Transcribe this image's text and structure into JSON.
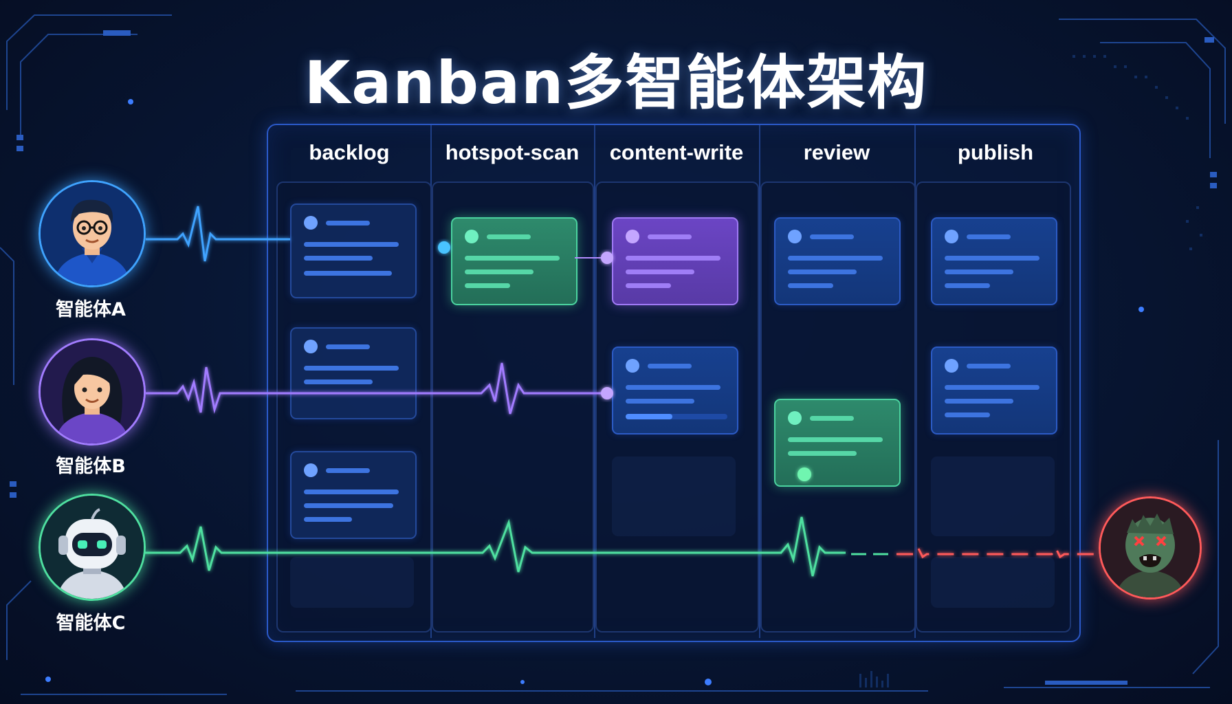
{
  "title": "Kanban多智能体架构",
  "columns": [
    "backlog",
    "hotspot-scan",
    "content-write",
    "review",
    "publish"
  ],
  "agents": [
    {
      "label": "智能体A",
      "color": "#3fa3ff"
    },
    {
      "label": "智能体B",
      "color": "#a27cff"
    },
    {
      "label": "智能体C",
      "color": "#4fe0a0"
    }
  ],
  "status_colors": {
    "dead_agent": "#ff5a5a",
    "link_a": "#48c4ff",
    "link_b": "#b48cff",
    "link_c": "#6ff5b0"
  },
  "icons": [
    "developer-avatar-icon",
    "woman-avatar-icon",
    "robot-avatar-icon",
    "zombie-avatar-icon"
  ]
}
